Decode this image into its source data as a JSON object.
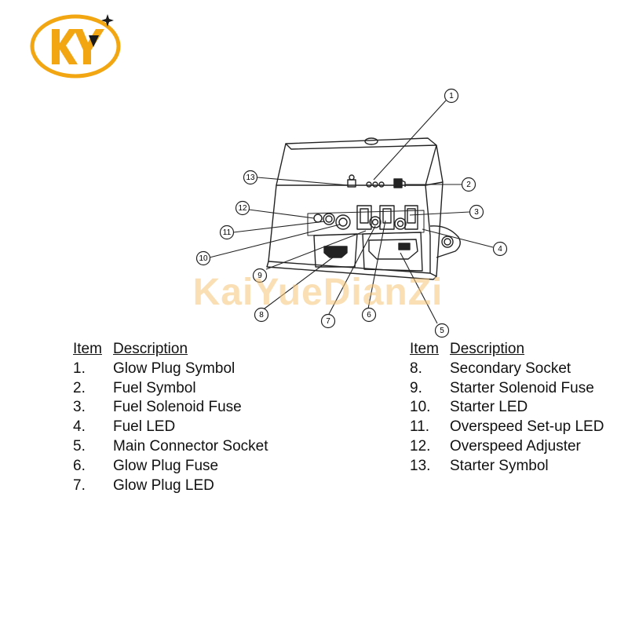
{
  "brand": {
    "logo_letters": "KY",
    "watermark": "KaiYueDianZi",
    "logo_color": "#F2A712",
    "star_color": "#1a1a1a"
  },
  "diagram": {
    "subject": "controller unit",
    "callouts": [
      "1",
      "2",
      "3",
      "4",
      "5",
      "6",
      "7",
      "8",
      "9",
      "10",
      "11",
      "12",
      "13"
    ]
  },
  "legend": {
    "header_item": "Item",
    "header_description": "Description",
    "left": [
      {
        "num": "1.",
        "desc": "Glow Plug Symbol"
      },
      {
        "num": "2.",
        "desc": "Fuel Symbol"
      },
      {
        "num": "3.",
        "desc": "Fuel Solenoid Fuse"
      },
      {
        "num": "4.",
        "desc": "Fuel LED"
      },
      {
        "num": "5.",
        "desc": "Main Connector Socket"
      },
      {
        "num": "6.",
        "desc": "Glow Plug Fuse"
      },
      {
        "num": "7.",
        "desc": "Glow Plug LED"
      }
    ],
    "right": [
      {
        "num": "8.",
        "desc": "Secondary Socket"
      },
      {
        "num": "9.",
        "desc": "Starter Solenoid Fuse"
      },
      {
        "num": "10.",
        "desc": "Starter LED"
      },
      {
        "num": "11.",
        "desc": "Overspeed Set-up LED"
      },
      {
        "num": "12.",
        "desc": "Overspeed Adjuster"
      },
      {
        "num": "13.",
        "desc": "Starter Symbol"
      }
    ]
  }
}
